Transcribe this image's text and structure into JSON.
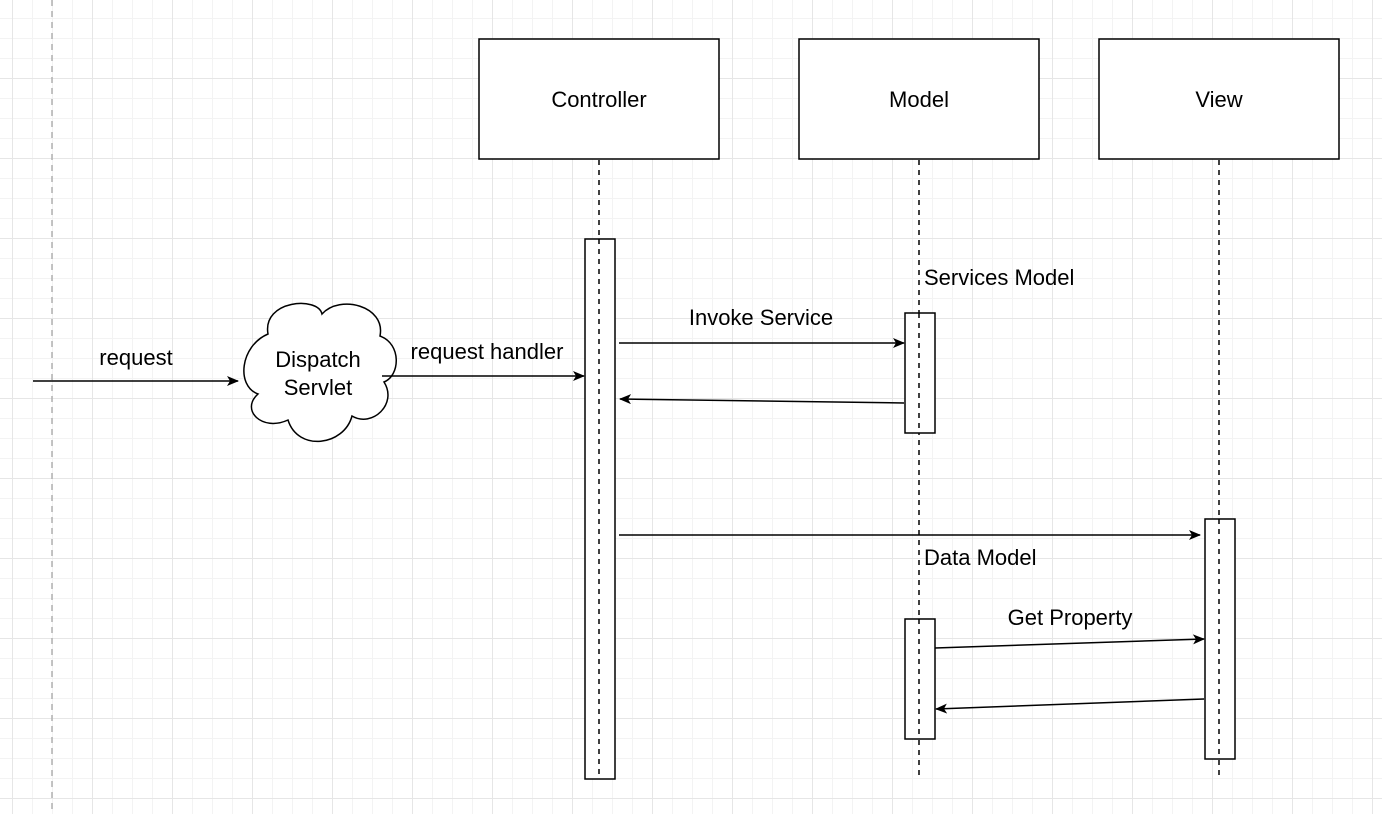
{
  "colors": {
    "stroke": "#000000",
    "background": "#ffffff",
    "grid": "#e6e6e6"
  },
  "participants": {
    "controller": "Controller",
    "model": "Model",
    "view": "View"
  },
  "cloud": {
    "line1": "Dispatch",
    "line2": "Servlet"
  },
  "messages": {
    "request": "request",
    "request_handler": "request handler",
    "invoke_service": "Invoke Service",
    "get_property": "Get Property"
  },
  "notes": {
    "services_model": "Services Model",
    "data_model": "Data Model"
  }
}
